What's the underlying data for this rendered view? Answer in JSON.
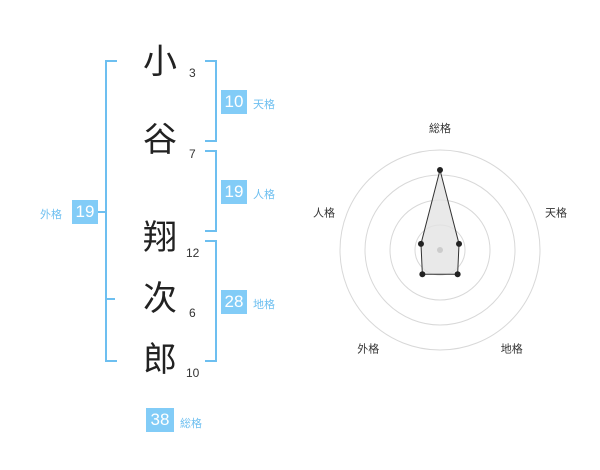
{
  "name": {
    "chars": [
      "小",
      "谷",
      "翔",
      "次",
      "郎"
    ],
    "strokes": [
      "3",
      "7",
      "12",
      "6",
      "10"
    ]
  },
  "kakusu": {
    "tenkaku": {
      "value": "10",
      "label": "天格"
    },
    "jinkaku": {
      "value": "19",
      "label": "人格"
    },
    "chikaku": {
      "value": "28",
      "label": "地格"
    },
    "gaikaku": {
      "value": "19",
      "label": "外格"
    },
    "soukaku": {
      "value": "38",
      "label": "総格"
    }
  },
  "chart_data": {
    "type": "radar",
    "axes": [
      "総格",
      "天格",
      "地格",
      "外格",
      "人格"
    ],
    "values": [
      4,
      1,
      1.5,
      1.5,
      1
    ],
    "max": 5,
    "rings": 4
  },
  "colors": {
    "accent": "#82ccf7",
    "accent_text": "#6dbff0",
    "bracket": "#6dbff0"
  }
}
